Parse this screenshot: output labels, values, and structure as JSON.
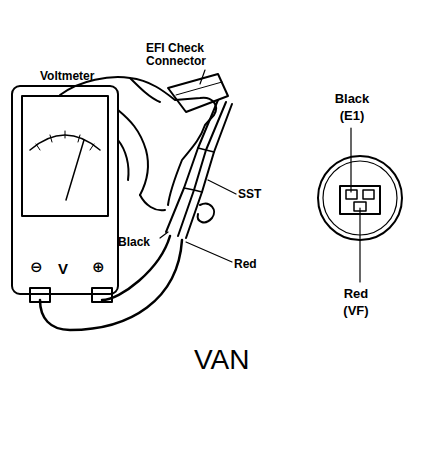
{
  "diagram": {
    "caption": "VAN",
    "labels": [
      "EFI Check Connector",
      "Voltmeter",
      "SST",
      "Black",
      "Red",
      "V",
      "⊖",
      "⊕",
      "Black (E1)",
      "Red (VF)"
    ]
  }
}
